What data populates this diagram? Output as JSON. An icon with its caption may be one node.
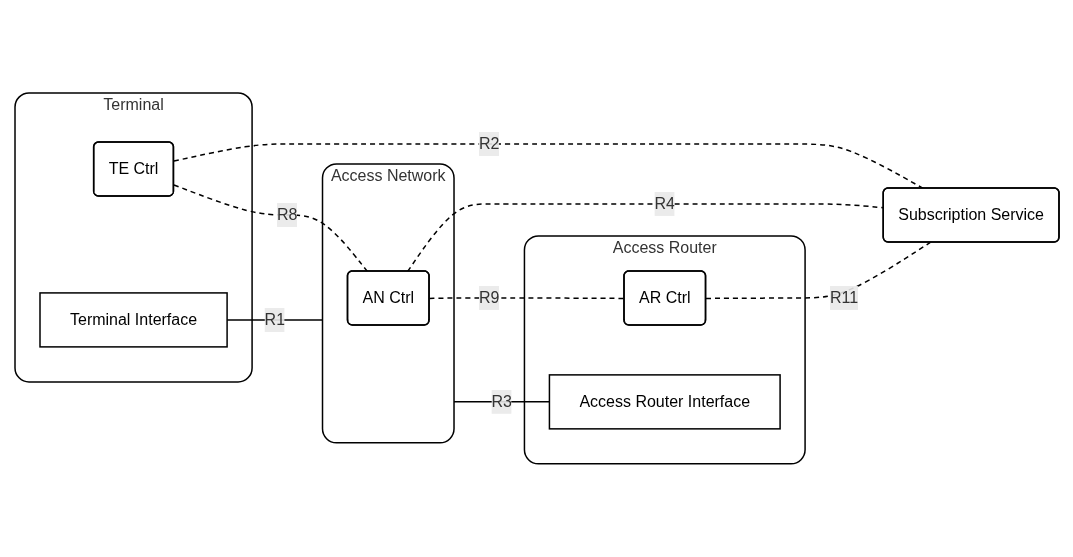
{
  "diagram": {
    "nodes": [
      {
        "text": [
          "Terminal"
        ]
      },
      {
        "text": [
          "TE Ctrl"
        ],
        "in": 0
      },
      {
        "text": [
          "Terminal Interface"
        ],
        "in": 0
      },
      {
        "text": [
          "Access Network"
        ]
      },
      {
        "text": [
          "AN Ctrl"
        ],
        "in": 3
      },
      {
        "text": [
          "Access Router"
        ]
      },
      {
        "text": [
          "AR Ctrl"
        ],
        "in": 5
      },
      {
        "text": [
          "Access Router Interface"
        ],
        "in": 5
      },
      {
        "text": [
          "Subscription Service"
        ]
      }
    ],
    "edges": [
      {
        "from": 1,
        "to": 8,
        "arrow": "none",
        "label": "R2",
        "style": "dashed"
      },
      {
        "from": 1,
        "to": 4,
        "arrow": "none",
        "label": "R8",
        "style": "dashed"
      },
      {
        "from": 4,
        "to": 8,
        "arrow": "none",
        "label": "R4",
        "style": "dashed"
      },
      {
        "from": 4,
        "to": 6,
        "arrow": "none",
        "label": "R9",
        "style": "dashed"
      },
      {
        "from": 6,
        "to": 8,
        "arrow": "none",
        "label": "R11",
        "style": "dashed"
      },
      {
        "from": 2,
        "to": 3,
        "arrow": "none",
        "label": "R1"
      },
      {
        "from": 3,
        "to": 7,
        "arrow": "none",
        "label": "R3"
      }
    ]
  }
}
